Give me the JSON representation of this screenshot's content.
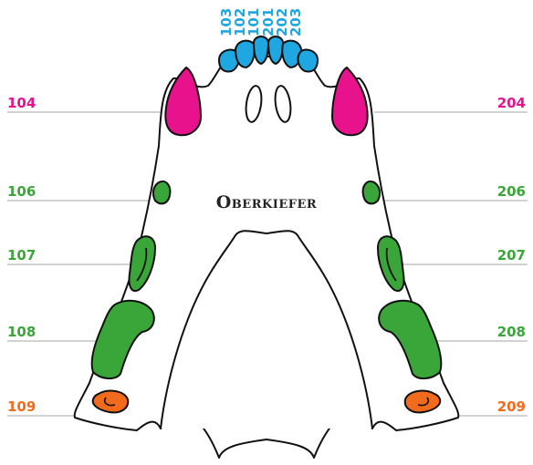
{
  "title": "Oberkiefer",
  "colors": {
    "incisor": "#1ea7e1",
    "canine": "#e8128c",
    "premolar_molar": "#3aa63a",
    "last_molar": "#f26b1d",
    "outline": "#111111",
    "leader": "#b8b8b8"
  },
  "incisor_labels": [
    "103",
    "102",
    "101",
    "201",
    "202",
    "203"
  ],
  "left_labels": {
    "t104": "104",
    "t106": "106",
    "t107": "107",
    "t108": "108",
    "t109": "109"
  },
  "right_labels": {
    "t204": "204",
    "t206": "206",
    "t207": "207",
    "t208": "208",
    "t209": "209"
  }
}
